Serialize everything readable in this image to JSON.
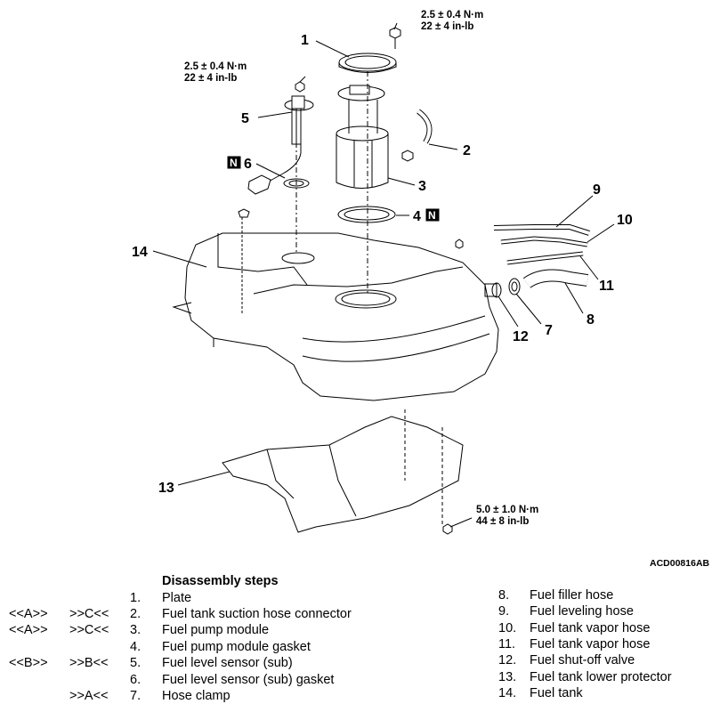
{
  "figure": {
    "id": "ACD00816AB",
    "torques": [
      {
        "line1": "2.5 ± 0.4 N·m",
        "line2": "22 ± 4 in-lb"
      },
      {
        "line1": "2.5 ± 0.4 N·m",
        "line2": "22 ± 4 in-lb"
      },
      {
        "line1": "5.0 ± 1.0 N·m",
        "line2": "44 ± 8 in-lb"
      }
    ],
    "callouts": [
      "1",
      "2",
      "3",
      "4",
      "5",
      "6",
      "7",
      "8",
      "9",
      "10",
      "11",
      "12",
      "13",
      "14"
    ],
    "new_part_mark": "N"
  },
  "steps": {
    "title": "Disassembly steps",
    "left": [
      {
        "removal": "",
        "install": "",
        "num": "1.",
        "text": "Plate"
      },
      {
        "removal": "<<A>>",
        "install": ">>C<<",
        "num": "2.",
        "text": "Fuel tank suction hose connector"
      },
      {
        "removal": "<<A>>",
        "install": ">>C<<",
        "num": "3.",
        "text": "Fuel pump module"
      },
      {
        "removal": "",
        "install": "",
        "num": "4.",
        "text": "Fuel pump module gasket"
      },
      {
        "removal": "<<B>>",
        "install": ">>B<<",
        "num": "5.",
        "text": "Fuel level sensor (sub)"
      },
      {
        "removal": "",
        "install": "",
        "num": "6.",
        "text": "Fuel level sensor (sub) gasket"
      },
      {
        "removal": "",
        "install": ">>A<<",
        "num": "7.",
        "text": "Hose clamp"
      }
    ],
    "right": [
      {
        "num": "8.",
        "text": "Fuel filler hose"
      },
      {
        "num": "9.",
        "text": "Fuel leveling hose"
      },
      {
        "num": "10.",
        "text": "Fuel tank vapor hose"
      },
      {
        "num": "11.",
        "text": "Fuel tank vapor hose"
      },
      {
        "num": "12.",
        "text": "Fuel shut-off valve"
      },
      {
        "num": "13.",
        "text": "Fuel tank lower protector"
      },
      {
        "num": "14.",
        "text": "Fuel tank"
      }
    ]
  }
}
